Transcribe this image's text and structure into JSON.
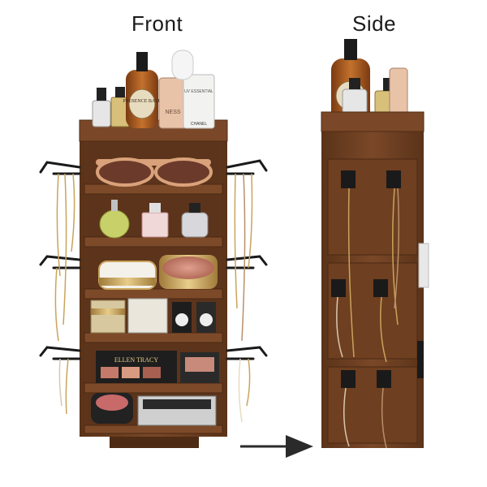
{
  "labels": {
    "front": "Front",
    "side": "Side"
  },
  "product_text": {
    "perfume_brand": "PRESENCE BATH",
    "cream_label": "NESS",
    "uv_label": "UV ESSENTIAL",
    "brand_bottom": "CHANEL",
    "palette_brand": "ELLEN TRACY"
  },
  "colors": {
    "wood": "#6b3f22",
    "wood_dark": "#4e2b14",
    "wood_light": "#8a5632",
    "hook": "#1a1a1a",
    "arrow": "#2a2a2a",
    "gold": "#c9a45c",
    "sunglasses": "#d9a27a"
  },
  "icons": {
    "arrow": "arrow-right-icon"
  }
}
